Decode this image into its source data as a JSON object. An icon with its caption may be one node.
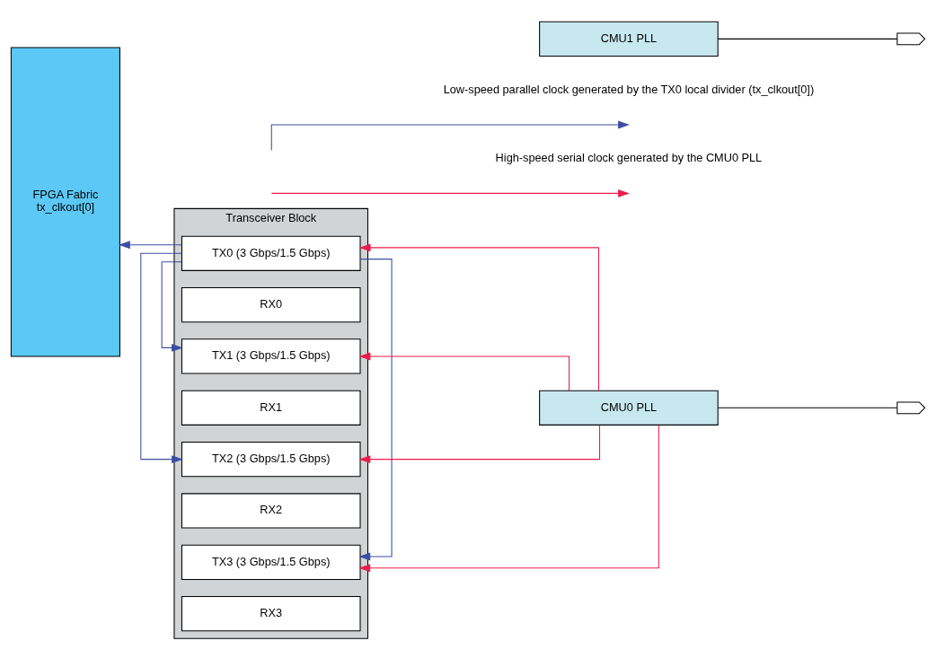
{
  "diagram": {
    "nodes": [
      {
        "text": [
          "FPGA Fabric",
          "tx_clkout[0]"
        ]
      },
      {
        "text": [
          "Transceiver Block"
        ]
      },
      {
        "text": [
          "TX0 (3 Gbps/1.5 Gbps)"
        ],
        "in": 1
      },
      {
        "text": [
          "RX0"
        ],
        "in": 1
      },
      {
        "text": [
          "TX1 (3 Gbps/1.5 Gbps)"
        ],
        "in": 1
      },
      {
        "text": [
          "RX1"
        ],
        "in": 1
      },
      {
        "text": [
          "TX2 (3 Gbps/1.5 Gbps)"
        ],
        "in": 1
      },
      {
        "text": [
          "RX2"
        ],
        "in": 1
      },
      {
        "text": [
          "TX3 (3 Gbps/1.5 Gbps)"
        ],
        "in": 1
      },
      {
        "text": [
          "RX3"
        ],
        "in": 1
      },
      {
        "text": [
          "CMU1 PLL"
        ]
      },
      {
        "text": [
          "CMU0 PLL"
        ]
      }
    ],
    "edges": [
      {
        "from": 2,
        "to": 0,
        "arrow": "to",
        "color": "#3b4ea3"
      },
      {
        "from": 2,
        "to": 4,
        "arrow": "to",
        "color": "#3b4ea3"
      },
      {
        "from": 2,
        "to": 6,
        "arrow": "to",
        "color": "#3b4ea3"
      },
      {
        "from": 2,
        "to": 8,
        "arrow": "to",
        "color": "#3b4ea3"
      },
      {
        "from": 11,
        "to": 2,
        "arrow": "to",
        "color": "#ed1c4a"
      },
      {
        "from": 11,
        "to": 4,
        "arrow": "to",
        "color": "#ed1c4a"
      },
      {
        "from": 11,
        "to": 6,
        "arrow": "to",
        "color": "#ed1c4a"
      },
      {
        "from": 11,
        "to": 8,
        "arrow": "to",
        "color": "#ed1c4a"
      },
      {
        "from": null,
        "to": 10,
        "arrow": "none",
        "color": "#000000"
      },
      {
        "from": null,
        "to": 11,
        "arrow": "none",
        "color": "#000000"
      }
    ],
    "legend": [
      {
        "text": "Low-speed parallel clock generated by the TX0 local divider (tx_clkout[0])"
      },
      {
        "text": "High-speed serial clock generated by the CMU0 PLL"
      }
    ]
  }
}
